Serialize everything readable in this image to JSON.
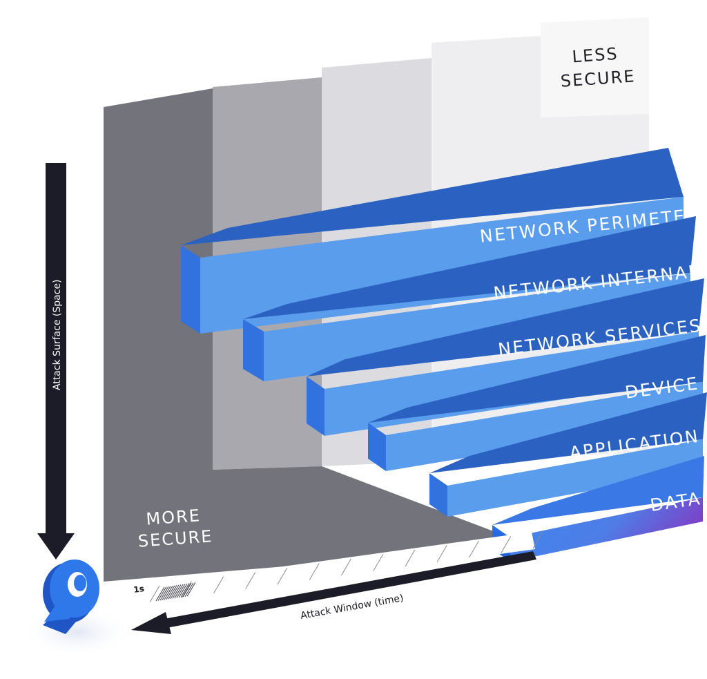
{
  "labels": {
    "less_secure_line1": "LESS",
    "less_secure_line2": "SECURE",
    "more_secure_line1": "MORE",
    "more_secure_line2": "SECURE",
    "y_axis": "Attack Surface (Space)",
    "x_axis": "Attack Window (time)",
    "tick_first": "1s"
  },
  "layers": [
    "NETWORK PERIMETER",
    "NETWORK INTERNAL",
    "NETWORK SERVICES",
    "DEVICE",
    "APPLICATION",
    "DATA"
  ],
  "colors": {
    "panel_darkest": "#73737b",
    "panel_dark": "#a8a8ae",
    "panel_mid": "#dcdce0",
    "panel_light": "#eeeef0",
    "panel_lightest": "#f7f7f8",
    "slab_top": "#2b62c2",
    "slab_front": "#5b9ded",
    "slab_end": "#3272df",
    "data_gradient_end": "#7b44c9",
    "arrow": "#1c1c28",
    "logo": "#2b6fe0"
  }
}
